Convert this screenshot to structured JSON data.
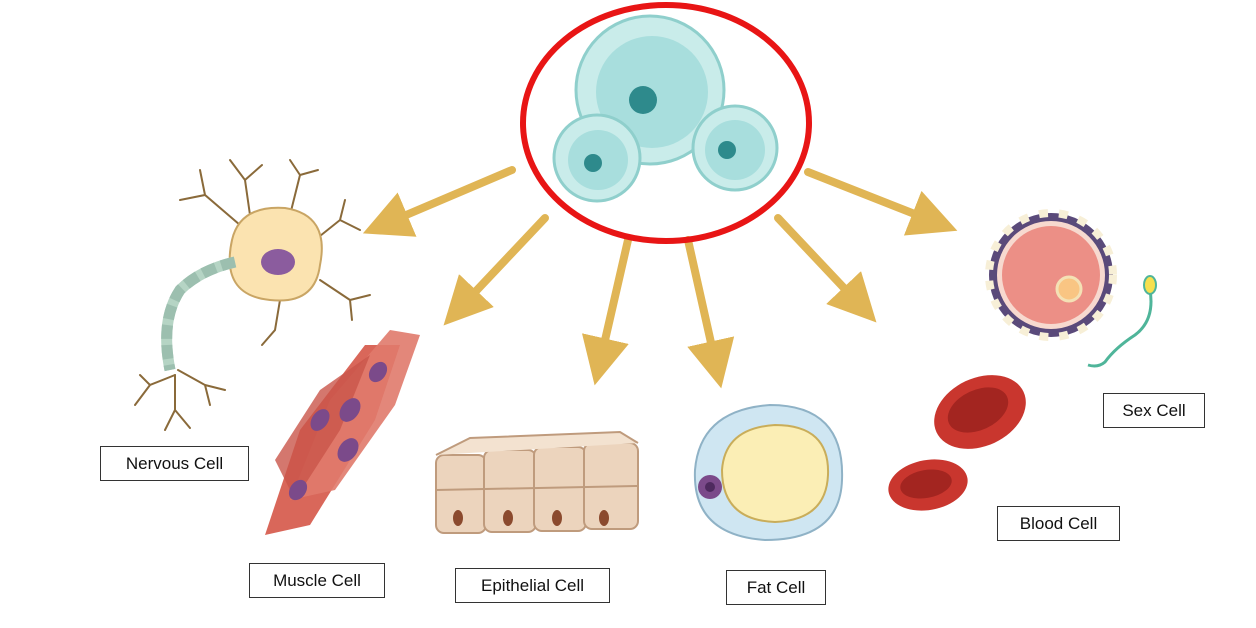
{
  "labels": {
    "nervous": "Nervous Cell",
    "muscle": "Muscle Cell",
    "epithelial": "Epithelial Cell",
    "fat": "Fat Cell",
    "blood": "Blood Cell",
    "sex": "Sex Cell"
  },
  "colors": {
    "arrow": "#e0b555",
    "highlight_ring": "#e81515",
    "stem_cell": "#a8dedd",
    "stem_nucleus": "#2e8a8c",
    "neuron": "#fbe3b0",
    "neuron_nucleus": "#8b5c9e",
    "muscle": "#d9675a",
    "epithelial": "#ecd4bd",
    "fat_outer": "#cfe6f2",
    "fat_inner": "#fbeeb5",
    "blood": "#c9362e",
    "egg": "#ec8f86",
    "sperm": "#4fb59a"
  }
}
